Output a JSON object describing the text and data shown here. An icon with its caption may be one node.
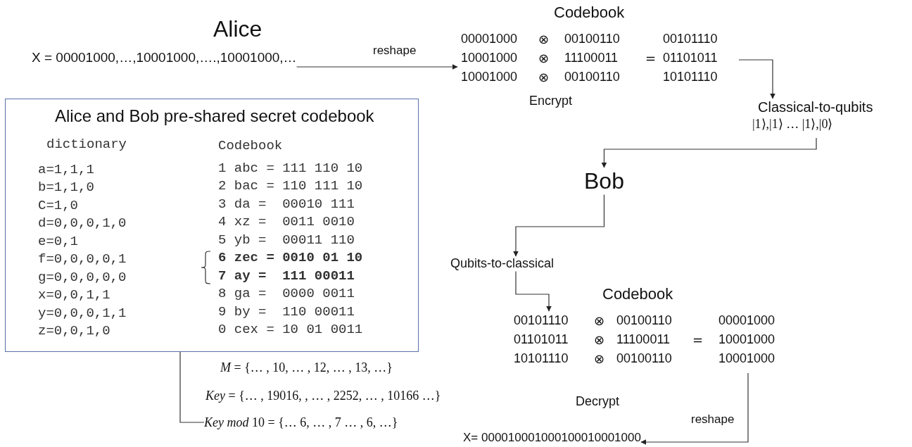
{
  "diagram": {
    "nodes": [
      {
        "text": [
          "Alice",
          "X = 00001000,…,10001000,….,10001000,…"
        ]
      },
      {
        "text": [
          "00001000",
          "10001000",
          "10001000",
          "⊗",
          "⊗",
          "⊗",
          "00100110",
          "11100011",
          "00100110",
          "=",
          "00101110",
          "01101011",
          "10101110"
        ],
        "beside": [
          "Codebook",
          "Encrypt"
        ]
      },
      {
        "text": [
          "Alice and Bob pre-shared secret codebook",
          "dictionary",
          "a=1,1,1",
          "b=1,1,0",
          "C=1,0",
          "d=0,0,0,1,0",
          "e=0,1",
          "f=0,0,0,0,1",
          "g=0,0,0,0,0",
          "x=0,0,1,1",
          "y=0,0,0,1,1",
          "z=0,0,1,0",
          "Codebook",
          "1 abc = 111 110 10",
          "2 bac = 110 111 10",
          "3 da =  00010 111",
          "4 xz =  0011 0010",
          "5 yb =  00011 110",
          "8 ga =  0000 0011",
          "9 by =  110 00011",
          "0 cex = 10 01 0011"
        ]
      },
      {
        "text": [
          "6 zec = 0010 01 10",
          "7 ay =  111 00011"
        ],
        "in": 2
      },
      {
        "text": [
          "Classical-to-qubits",
          "|1⟩,|1⟩ … |1⟩,|0⟩"
        ]
      },
      {
        "text": [
          "Bob"
        ]
      },
      {
        "text": [
          "Qubits-to-classical"
        ]
      },
      {
        "text": [
          "00101110",
          "01101011",
          "10101110",
          "⊗",
          "⊗",
          "⊗",
          "00100110",
          "11100011",
          "00100110",
          "=",
          "00001000",
          "10001000",
          "10001000"
        ],
        "beside": [
          "Codebook",
          "Decrypt"
        ]
      },
      {
        "text": [
          "*Key mod* 10 = {… 6, … , 7 … , 6, …}"
        ]
      },
      {
        "text": [
          "X= 000010001000100010001000"
        ]
      }
    ],
    "edges": [
      {
        "from": 0,
        "to": 1,
        "arrow": "to",
        "label": "reshape"
      },
      {
        "from": 1,
        "to": 4,
        "arrow": "to"
      },
      {
        "from": 4,
        "to": 5,
        "arrow": "to"
      },
      {
        "from": 5,
        "to": 6,
        "arrow": "to"
      },
      {
        "from": 6,
        "to": 7,
        "arrow": "to"
      },
      {
        "from": 7,
        "to": 9,
        "arrow": "to",
        "label": "reshape"
      },
      {
        "from": 8,
        "to": 3,
        "arrow": "to"
      }
    ],
    "labels": [
      "*M* = {… , 10, … , 12, … , 13, …}",
      "*Key* = {… , 19016, , … , 2252, … , 10166 …}"
    ]
  }
}
